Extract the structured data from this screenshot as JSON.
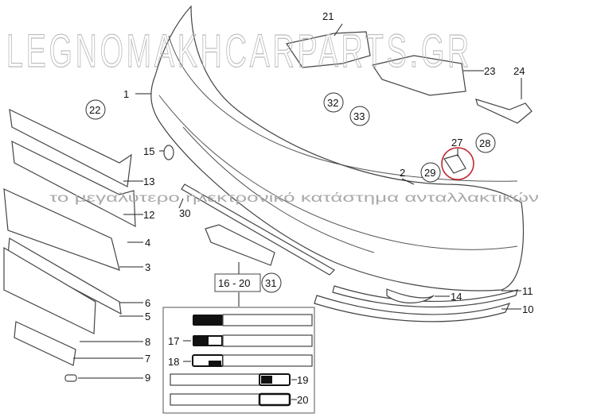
{
  "watermark": {
    "brand": "LEGNOMAKHCARPARTS.GR",
    "tagline": "το μεγαλύτερο ηλεκτρονικό κατάστημα ανταλλακτικών"
  },
  "callouts": {
    "c1": "1",
    "c2": "2",
    "c3": "3",
    "c4": "4",
    "c5": "5",
    "c6": "6",
    "c7": "7",
    "c8": "8",
    "c9": "9",
    "c10": "10",
    "c11": "11",
    "c12": "12",
    "c13": "13",
    "c14": "14",
    "c15": "15",
    "c21": "21",
    "c23": "23",
    "c24": "24",
    "c27": "27",
    "c30": "30"
  },
  "circled": {
    "c22": "22",
    "c28": "28",
    "c29": "29",
    "c31": "31",
    "c32": "32",
    "c33": "33"
  },
  "group_box": "16 - 20",
  "inset": {
    "c17": "17",
    "c18": "18",
    "c19": "19",
    "c20": "20"
  },
  "highlight_color": "#c0272d"
}
